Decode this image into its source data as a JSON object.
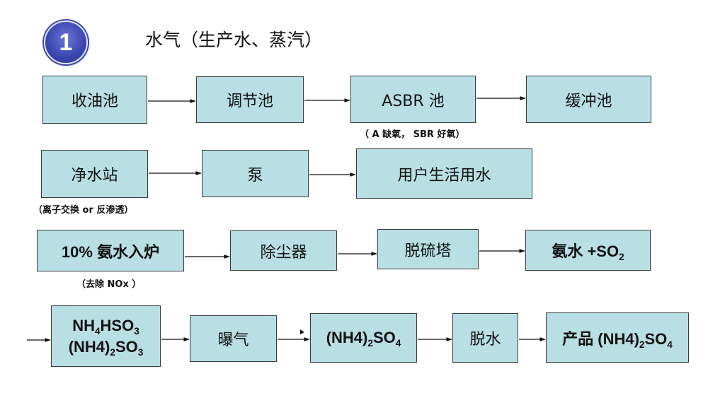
{
  "badge": "1",
  "title": "水气（生产水、蒸汽）",
  "row1": {
    "box1": "收油池",
    "box2": "调节池",
    "box3": "ASBR 池",
    "box3_note": "（ A 缺氧， SBR 好氧）",
    "box4": "缓冲池"
  },
  "row2": {
    "box1": "净水站",
    "box1_note": "（离子交换 or 反渗透）",
    "box2": "泵",
    "box3": "用户生活用水"
  },
  "row3": {
    "box1": "10% 氨水入炉",
    "box1_note": "（去除 NOx ）",
    "box2": "除尘器",
    "box3": "脱硫塔",
    "box4_prefix": "氨水 +SO",
    "box4_sub": "2"
  },
  "row4": {
    "box1_line1_a": "NH",
    "box1_line1_sub1": "4",
    "box1_line1_b": "HSO",
    "box1_line1_sub2": "3",
    "box1_line2_a": "(NH4)",
    "box1_line2_sub1": "2",
    "box1_line2_b": "SO",
    "box1_line2_sub2": "3",
    "box2": "曝气",
    "box3_a": "(NH4)",
    "box3_sub1": "2",
    "box3_b": "SO",
    "box3_sub2": "4",
    "box4": "脱水",
    "box5_prefix": "产品 (NH4)",
    "box5_sub1": "2",
    "box5_mid": "SO",
    "box5_sub2": "4"
  },
  "colors": {
    "box_fill": "#b8dfe3",
    "box_border": "#3a3a3a",
    "badge": "#3b45b0"
  }
}
